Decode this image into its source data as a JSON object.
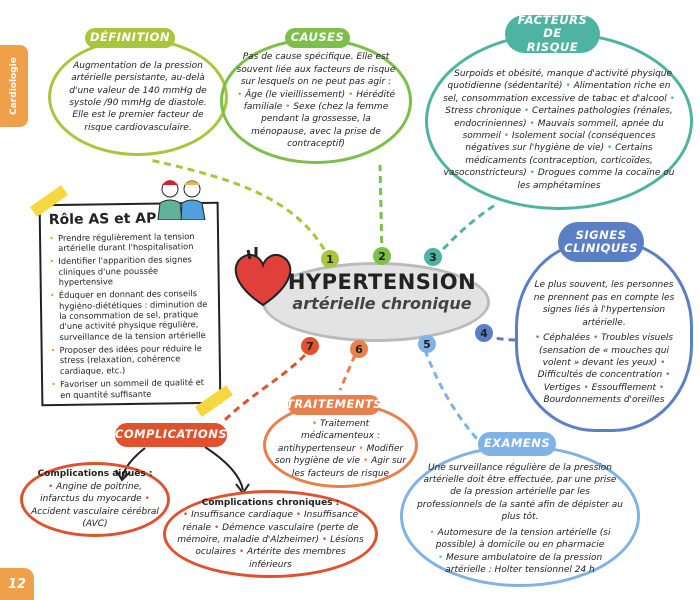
{
  "side_tab": "Cardiologie",
  "page_number": "12",
  "center": {
    "title": "HYPERTENSION",
    "subtitle": "artérielle chronique"
  },
  "numbers": [
    "1",
    "2",
    "3",
    "4",
    "5",
    "6",
    "7"
  ],
  "definition": {
    "title": "DÉFINITION",
    "text": "Augmentation de la pression artérielle persistante, au-delà d'une valeur de 140 mmHg de systole /90 mmHg de diastole. Elle est le premier facteur de risque cardiovasculaire."
  },
  "causes": {
    "title": "CAUSES",
    "intro": "Pas de cause spécifique. Elle est souvent liée aux facteurs de risque sur lesquels on ne peut pas agir :",
    "items": [
      "Âge (le vieillissement)",
      "Hérédité familiale",
      "Sexe (chez la femme pendant la grossesse, la ménopause, avec la prise de contraceptif)"
    ]
  },
  "facteurs": {
    "title": "FACTEURS DE RISQUE",
    "items": [
      "Surpoids et obésité, manque d'activité physique quotidienne (sédentarité)",
      "Alimentation riche en sel, consommation excessive de tabac et d'alcool",
      "Stress chronique",
      "Certaines pathologies (rénales, endocriniennes)",
      "Mauvais sommeil, apnée du sommeil",
      "Isolement social (conséquences négatives sur l'hygiène de vie)",
      "Certains médicaments (contraception, corticoïdes, vasoconstricteurs)",
      "Drogues comme la cocaïne ou les amphétamines"
    ]
  },
  "signes": {
    "title": "SIGNES CLINIQUES",
    "intro": "Le plus souvent, les personnes ne prennent pas en compte les signes liés à l'hypertension artérielle.",
    "items": [
      "Céphalées",
      "Troubles visuels (sensation de « mouches qui volent » devant les yeux)",
      "Difficultés de concentration",
      "Vertiges",
      "Essoufflement",
      "Bourdonnements d'oreilles"
    ]
  },
  "role": {
    "title": "Rôle AS et AP",
    "items": [
      "Prendre régulièrement la tension artérielle durant l'hospitalisation",
      "Identifier l'apparition des signes cliniques d'une poussée hypertensive",
      "Éduquer en donnant des conseils hygiéno-diététiques : diminution de la consommation de sel, pratique d'une activité physique régulière, surveillance de la tension artérielle",
      "Proposer des idées pour réduire le stress (relaxation, cohérence cardiaque, etc.)",
      "Favoriser un sommeil de qualité et en quantité suffisante"
    ]
  },
  "traitements": {
    "title": "TRAITEMENTS",
    "items": [
      "Traitement médicamenteux : antihypertenseur",
      "Modifier son hygiène de vie",
      "Agir sur les facteurs de risque"
    ]
  },
  "complications": {
    "title": "COMPLICATIONS",
    "aigues": {
      "title": "Complications aiguës :",
      "items": [
        "Angine de poitrine, infarctus du myocarde",
        "Accident vasculaire cérébral (AVC)"
      ]
    },
    "chroniques": {
      "title": "Complications chroniques :",
      "items": [
        "Insuffisance cardiaque",
        "Insuffisance rénale",
        "Démence vasculaire (perte de mémoire, maladie d'Alzheimer)",
        "Lésions oculaires",
        "Artérite des membres inférieurs"
      ]
    }
  },
  "examens": {
    "title": "EXAMENS",
    "intro": "Une surveillance régulière de la pression artérielle doit être effectuée, par une prise de la pression artérielle par les professionnels de la santé afin de dépister au plus tôt.",
    "items": [
      "Automesure de la tension artérielle (si possible) à domicile ou en pharmacie",
      "Mesure ambulatoire de la pression artérielle : Holter tensionnel 24 h"
    ]
  },
  "colors": {
    "orange": "#f0a04b",
    "lime": "#a9c53c",
    "green": "#7cbf4a",
    "teal": "#4fb3a2",
    "blue": "#5b7fc4",
    "lightblue": "#7fb2e5",
    "traitement": "#e97f4a",
    "complication": "#e0522d"
  }
}
